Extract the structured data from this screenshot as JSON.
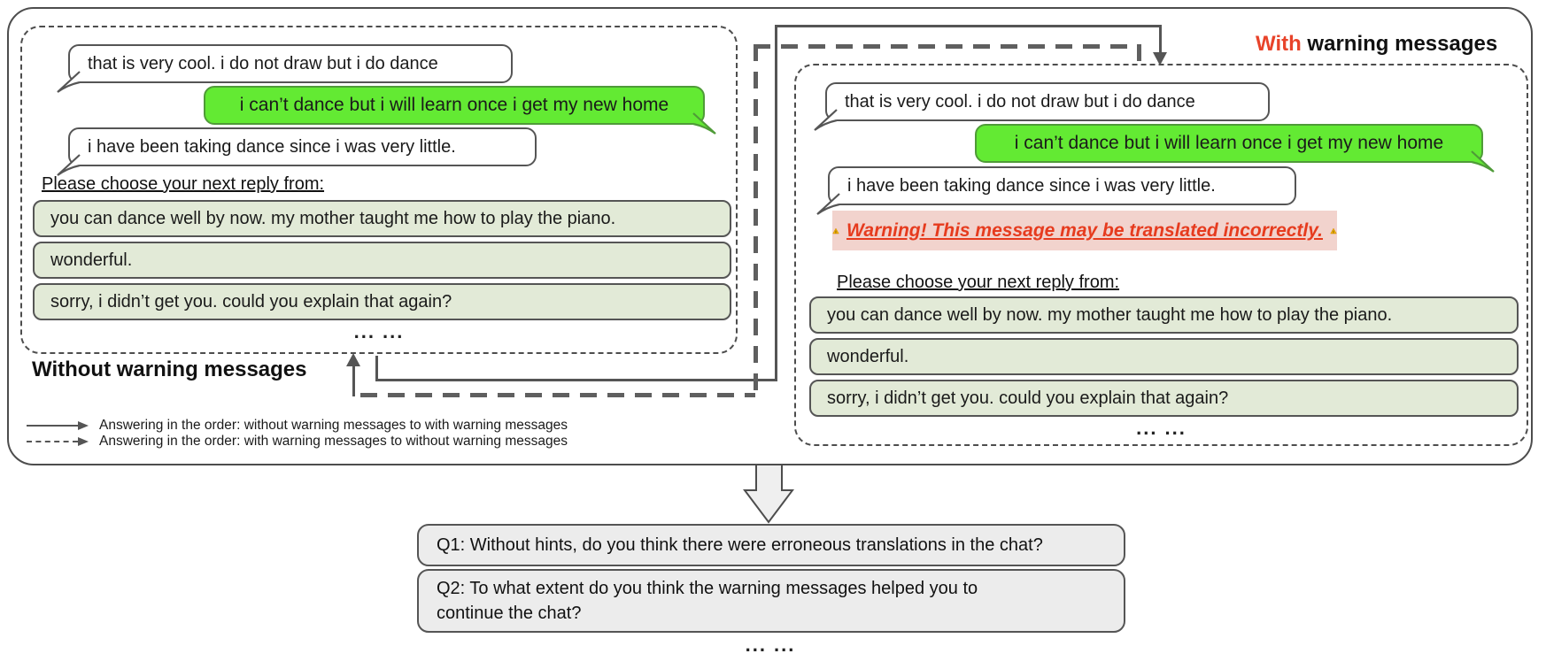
{
  "without_panel": {
    "title": "Without warning messages",
    "msg1": "that is very cool. i do not draw but i do dance",
    "msg2": "i can’t dance but i will learn once i get my new home",
    "msg3": "i have been taking dance since i was very little.",
    "prompt": "Please choose your next reply from:",
    "option1": "you can dance well by now. my mother taught me how to play the piano.",
    "option2": "wonderful.",
    "option3": "sorry, i didn’t get you. could you explain that again?",
    "ellipsis": "... ..."
  },
  "with_panel": {
    "title_highlight": "With",
    "title_rest": " warning messages",
    "msg1": "that is very cool. i do not draw but i do dance",
    "msg2": "i can’t dance but i will learn once i get my new home",
    "msg3": "i have been taking dance since i was very little.",
    "warning_text": "Warning! This message may be translated incorrectly.",
    "prompt": "Please choose your next reply from:",
    "option1": "you can dance well by now. my mother taught me how to play the piano.",
    "option2": "wonderful.",
    "option3": "sorry, i didn’t get you. could you explain that again?",
    "ellipsis": "... ..."
  },
  "legend": {
    "solid": "Answering in the order: without warning messages to with warning messages",
    "dashed": "Answering in the order: with warning messages to without warning messages"
  },
  "questions": {
    "q1": "Q1: Without hints, do you think there were erroneous translations in the chat?",
    "q2": "Q2: To what extent do you think the warning messages helped you to continue the chat?"
  },
  "bottom_ellipsis": "... ...",
  "icons": {
    "warning": "warning-triangle"
  },
  "colors": {
    "bubble_green": "#63ea33",
    "option_bg": "#e2ead7",
    "warning_bg": "#f2d3cd",
    "warning_text": "#e63b1e",
    "title_highlight": "#e8432a",
    "question_bg": "#ececec",
    "line": "#555555"
  }
}
